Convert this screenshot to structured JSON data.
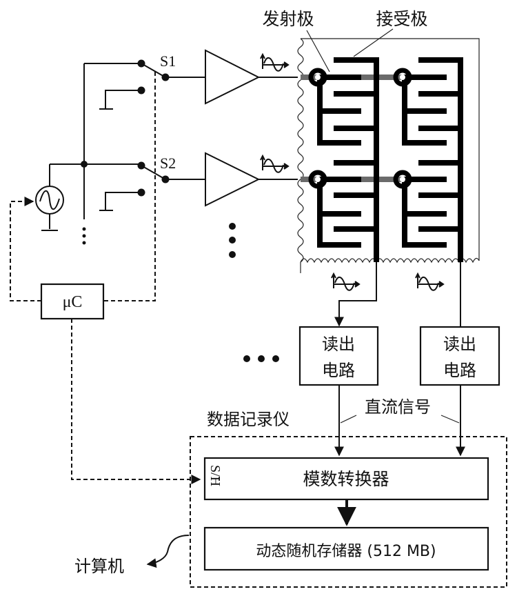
{
  "labels": {
    "emitter": "发射极",
    "receiver": "接受极",
    "switch1": "S1",
    "switch2": "S2",
    "microcontroller": "μC",
    "readout1_line1": "读出",
    "readout1_line2": "电路",
    "readout2_line1": "读出",
    "readout2_line2": "电路",
    "dc_signal": "直流信号",
    "data_logger": "数据记录仪",
    "adc": "模数转换器",
    "sh_pin": "S/H",
    "dram": "动态随机存储器 (512 MB)",
    "computer": "计算机"
  },
  "colors": {
    "line": "#111111",
    "electrode": "#000000",
    "trace_gray": "#6b6b6b",
    "background": "#ffffff"
  }
}
